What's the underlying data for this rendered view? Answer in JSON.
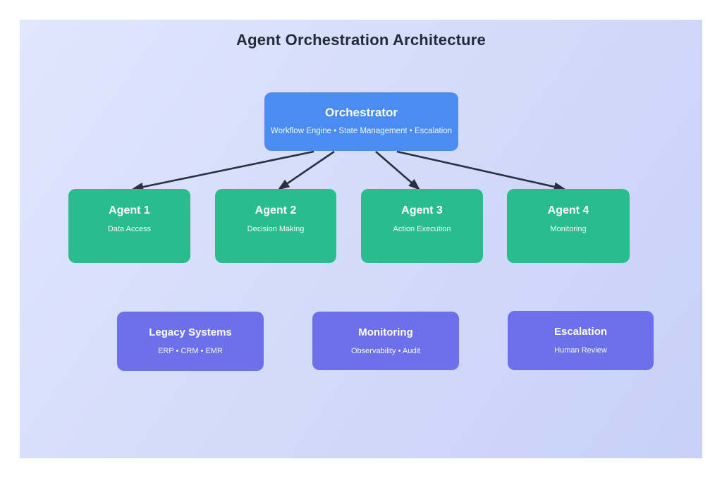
{
  "page_title": "Agent Orchestration Architecture",
  "colors": {
    "canvas-bg": "#ffffff",
    "panel-bg-start": "#e0e6fc",
    "panel-bg-end": "#c7d0f8",
    "title-text": "#212b3b",
    "node-blue": "#4a8cf1",
    "node-green": "#29bd8d",
    "node-purple": "#6c70e9",
    "node-text": "#ffffff",
    "arrow": "#273142"
  },
  "nodes": {
    "orchestrator": {
      "title": "Orchestrator",
      "subtitle": "Workflow Engine • State Management • Escalation"
    },
    "agent1": {
      "title": "Agent 1",
      "subtitle": "Data Access"
    },
    "agent2": {
      "title": "Agent 2",
      "subtitle": "Decision Making"
    },
    "agent3": {
      "title": "Agent 3",
      "subtitle": "Action Execution"
    },
    "agent4": {
      "title": "Agent 4",
      "subtitle": "Monitoring"
    },
    "legacy": {
      "title": "Legacy Systems",
      "subtitle": "ERP • CRM • EMR"
    },
    "monitoring": {
      "title": "Monitoring",
      "subtitle": "Observability • Audit"
    },
    "escalation": {
      "title": "Escalation",
      "subtitle": "Human Review"
    }
  },
  "edges": [
    {
      "from": "orchestrator",
      "to": "agent1"
    },
    {
      "from": "orchestrator",
      "to": "agent2"
    },
    {
      "from": "orchestrator",
      "to": "agent3"
    },
    {
      "from": "orchestrator",
      "to": "agent4"
    }
  ]
}
